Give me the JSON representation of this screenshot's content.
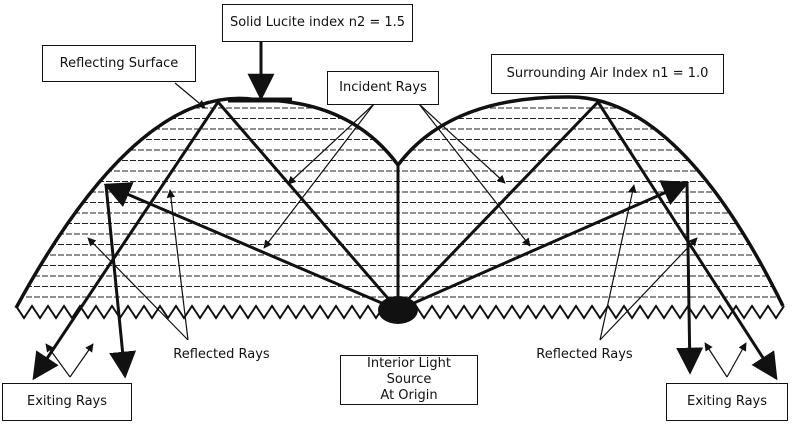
{
  "labels": {
    "solid_lucite": "Solid Lucite index n2 = 1.5",
    "reflecting_surface": "Reflecting Surface",
    "incident_rays": "Incident Rays",
    "surrounding_air": "Surrounding Air Index n1 = 1.0",
    "reflected_rays_left": "Reflected Rays",
    "reflected_rays_right": "Reflected Rays",
    "light_source_line1": "Interior Light Source",
    "light_source_line2": "At Origin",
    "exiting_rays_left": "Exiting Rays",
    "exiting_rays_right": "Exiting Rays"
  },
  "colors": {
    "ink": "#111111",
    "background": "#ffffff"
  }
}
